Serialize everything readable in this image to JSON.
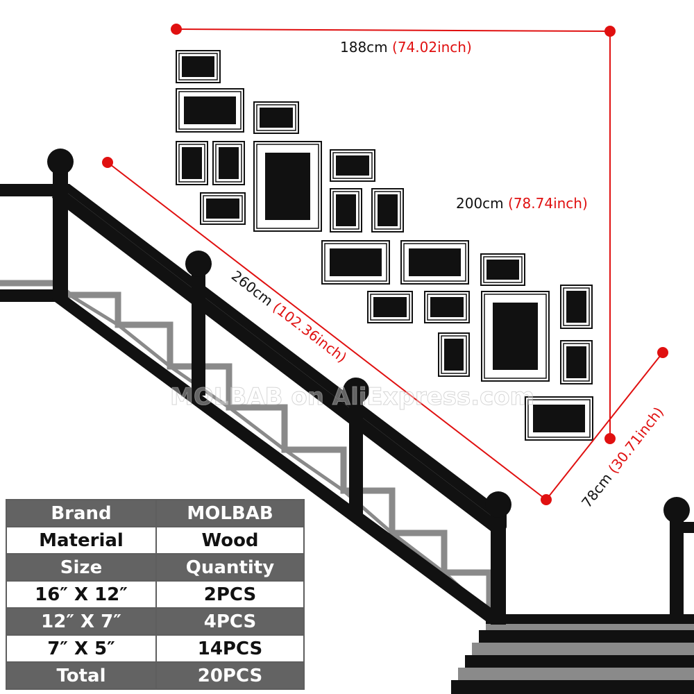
{
  "dimensions": {
    "width_cm": "188cm",
    "width_in": "(74.02inch)",
    "height_cm": "200cm",
    "height_in": "(78.74inch)",
    "diagonal_cm": "260cm",
    "diagonal_in": "(102.36inch)",
    "depth_cm": "78cm",
    "depth_in": "(30.71inch)"
  },
  "watermark": "MOLBAB on AliExpress.com",
  "colors": {
    "accent": "#e01010",
    "railing": "#111111",
    "steps": "#8a8a8a",
    "table_dark": "#636363"
  },
  "spec_table": {
    "rows": [
      {
        "style": "dark",
        "left": "Brand",
        "right": "MOLBAB"
      },
      {
        "style": "light",
        "left": "Material",
        "right": "Wood"
      },
      {
        "style": "dark",
        "left": "Size",
        "right": "Quantity"
      },
      {
        "style": "light",
        "left": "16″ X 12″",
        "right": "2PCS"
      },
      {
        "style": "dark",
        "left": "12″ X 7″",
        "right": "4PCS"
      },
      {
        "style": "light",
        "left": "7″ X 5″",
        "right": "14PCS"
      },
      {
        "style": "dark",
        "left": "Total",
        "right": "20PCS"
      }
    ]
  }
}
